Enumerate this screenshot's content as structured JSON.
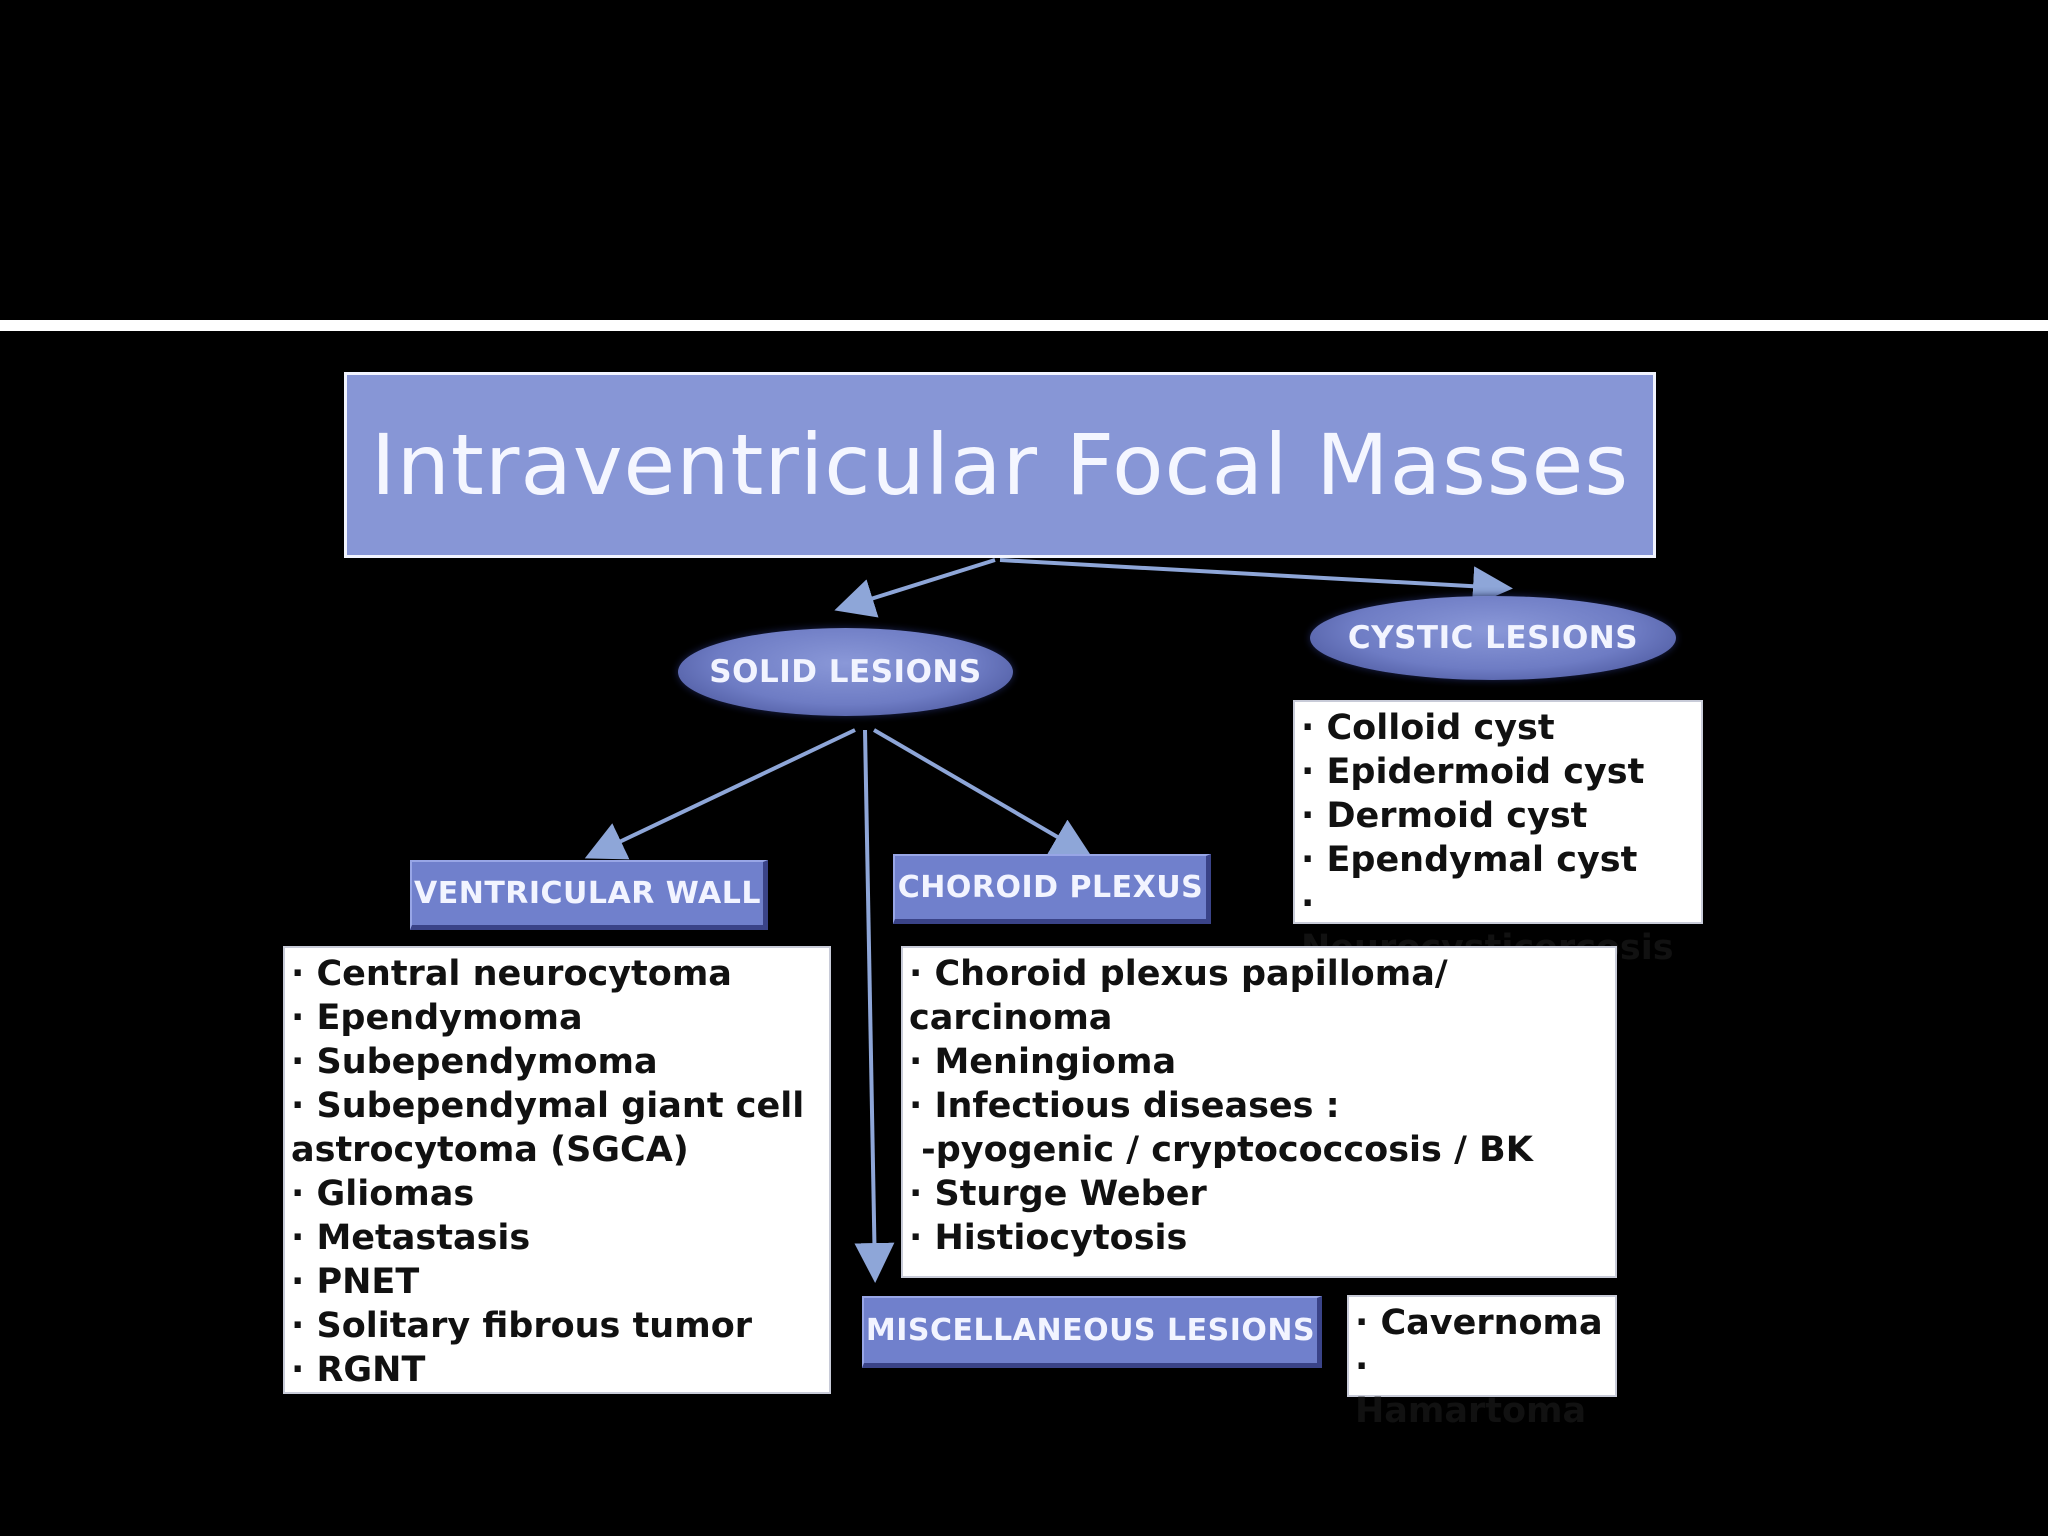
{
  "title": "Intraventricular Focal Masses",
  "solid": {
    "label": "SOLID LESIONS"
  },
  "cystic": {
    "label": "CYSTIC LESIONS",
    "items": [
      "· Colloid cyst",
      "· Epidermoid cyst",
      "· Dermoid cyst",
      "· Ependymal cyst",
      "· Neurocysticercosis"
    ]
  },
  "ventricular_wall": {
    "label": "VENTRICULAR WALL",
    "items": [
      "· Central neurocytoma",
      "· Ependymoma",
      "· Subependymoma",
      "· Subependymal giant cell",
      "astrocytoma (SGCA)",
      "· Gliomas",
      "· Metastasis",
      "· PNET",
      "· Solitary fibrous tumor",
      "· RGNT"
    ]
  },
  "choroid_plexus": {
    "label": "CHOROID PLEXUS",
    "items": [
      "· Choroid plexus papilloma/",
      "carcinoma",
      "· Meningioma",
      "· Infectious diseases :",
      " -pyogenic / cryptococcosis / BK",
      "· Sturge Weber",
      "· Histiocytosis"
    ]
  },
  "miscellaneous": {
    "label": "MISCELLANEOUS LESIONS",
    "items": [
      "· Cavernoma",
      "· Hamartoma"
    ]
  },
  "colors": {
    "background": "#000000",
    "title_fill": "#8796d6",
    "node_fill": "#7080cc",
    "arrow": "#8ea6d8",
    "list_fill": "#ffffff"
  }
}
